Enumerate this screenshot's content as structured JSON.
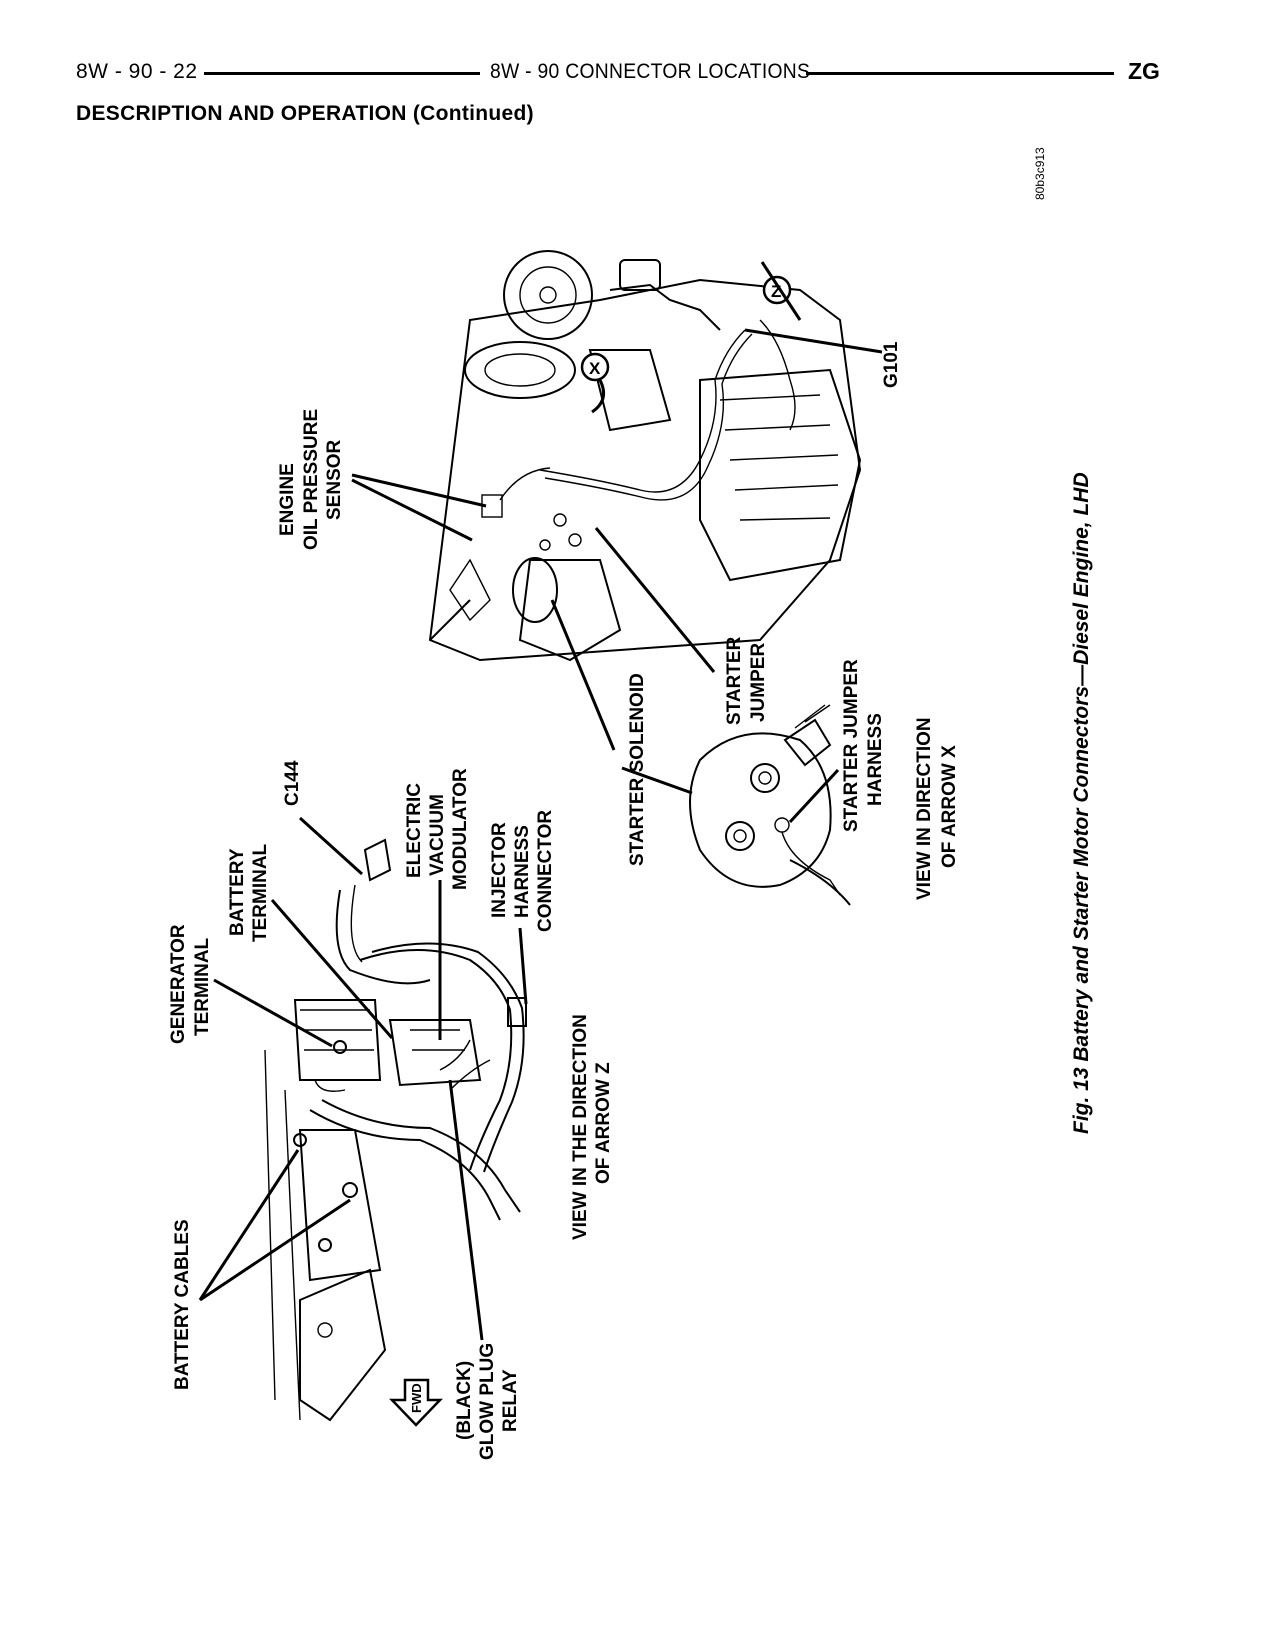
{
  "header": {
    "page_number": "8W - 90 - 22",
    "title": "8W - 90 CONNECTOR LOCATIONS",
    "code": "ZG"
  },
  "section_title": "DESCRIPTION AND OPERATION (Continued)",
  "figure": {
    "image_id": "80b3c913",
    "caption": "Fig. 13 Battery and Starter Motor Connectors—Diesel Engine, LHD",
    "labels": {
      "engine": "ENGINE",
      "oil_pressure": "OIL PRESSURE",
      "sensor": "SENSOR",
      "g101": "G101",
      "starter_1": "STARTER",
      "jumper_1": "JUMPER",
      "starter_2": "STARTER JUMPER",
      "harness_2": "HARNESS",
      "view_x_1": "VIEW IN DIRECTION",
      "view_x_2": "OF ARROW X",
      "starter_solenoid": "STARTER SOLENOID",
      "c144": "C144",
      "electric": "ELECTRIC",
      "vacuum": "VACUUM",
      "modulator": "MODULATOR",
      "injector": "INJECTOR",
      "harness": "HARNESS",
      "connector": "CONNECTOR",
      "battery": "BATTERY",
      "terminal": "TERMINAL",
      "generator": "GENERATOR",
      "terminal_2": "TERMINAL",
      "view_z_1": "VIEW IN THE DIRECTION",
      "view_z_2": "OF ARROW Z",
      "battery_cables": "BATTERY CABLES",
      "black": "(BLACK)",
      "glow_plug": "GLOW PLUG",
      "relay": "RELAY",
      "fwd": "FWD",
      "arrow_x": "X",
      "arrow_z": "Z"
    }
  }
}
